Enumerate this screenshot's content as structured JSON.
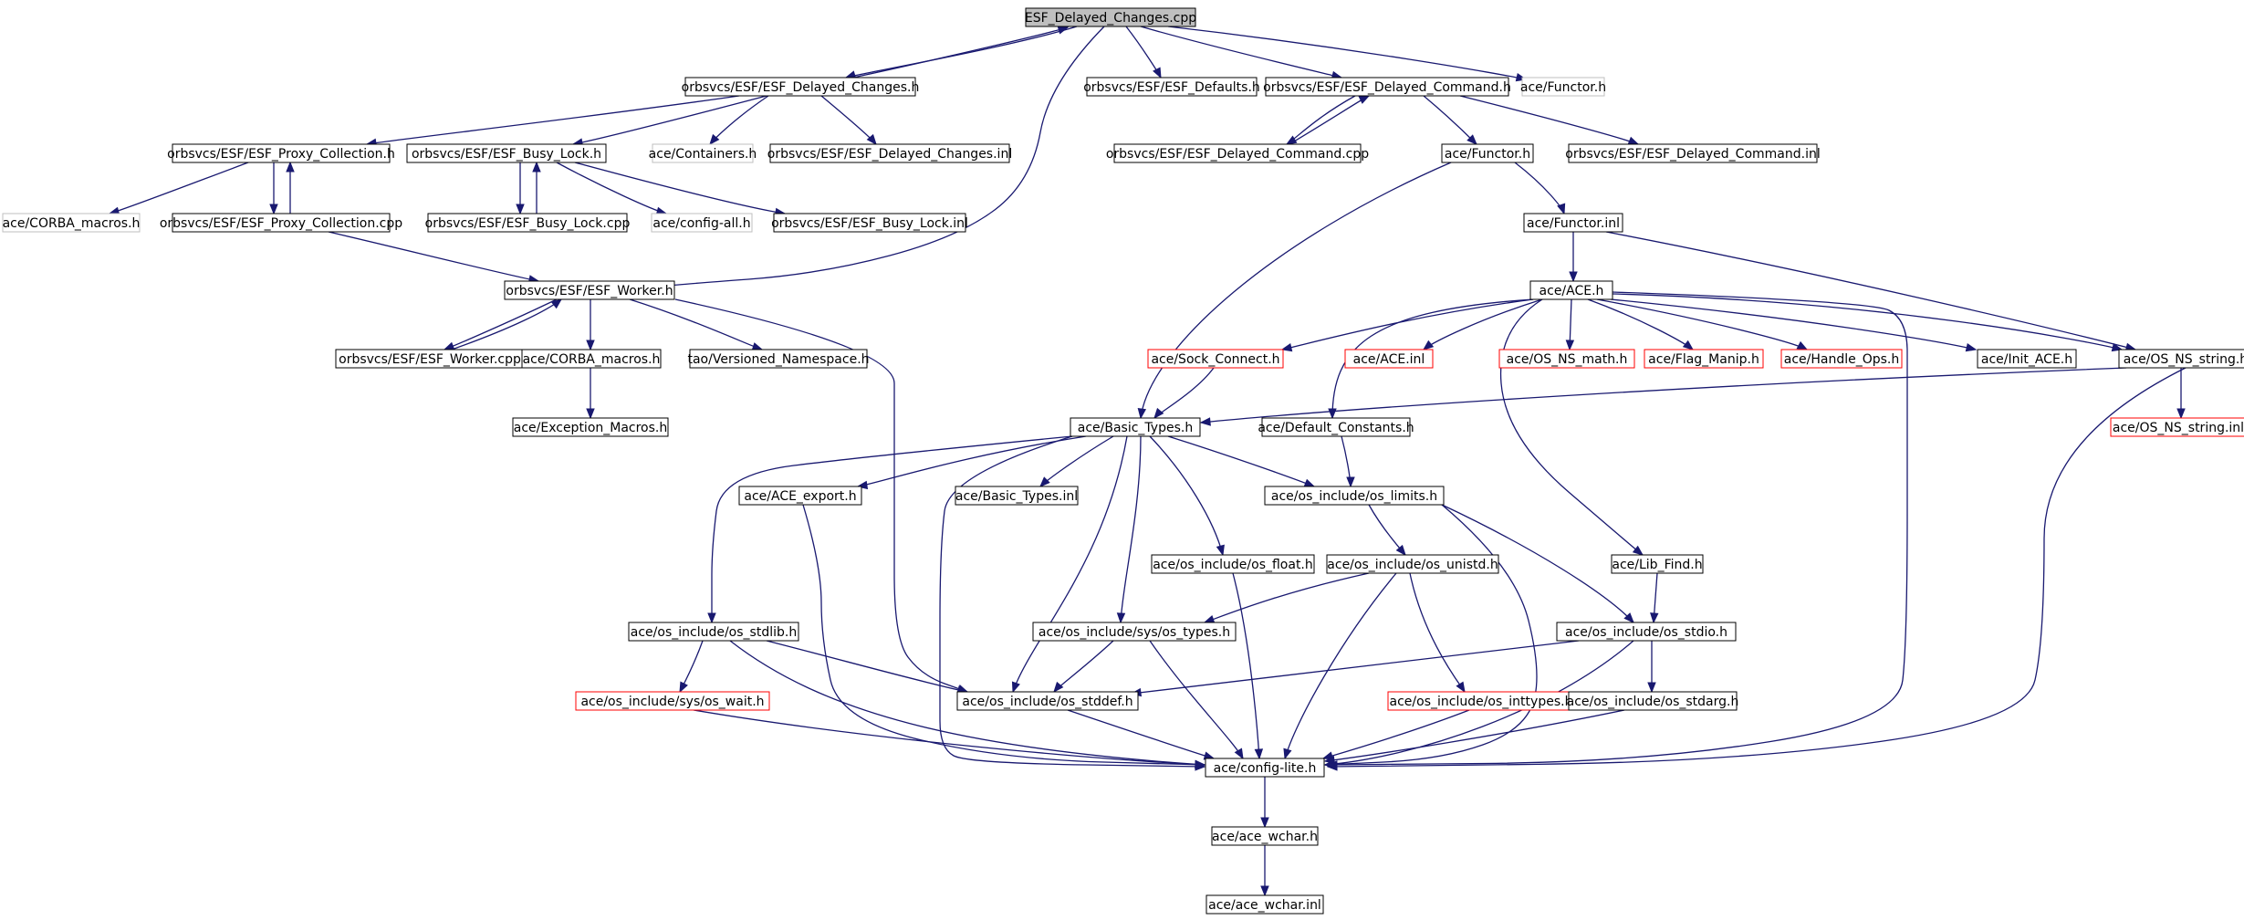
{
  "graph": {
    "title": "ESF_Delayed_Changes.cpp",
    "colors": {
      "edge": "#191970",
      "node_border_default": "#000000",
      "node_border_external": "#bfbfbf",
      "node_border_truncated": "#ff0000",
      "root_fill": "#bfbfbf",
      "node_fill": "#ffffff"
    },
    "nodes": [
      {
        "id": "n0",
        "label": "ESF_Delayed_Changes.cpp",
        "style": "root"
      },
      {
        "id": "n1",
        "label": "orbsvcs/ESF/ESF_Delayed_Changes.h",
        "style": "normal"
      },
      {
        "id": "n2",
        "label": "orbsvcs/ESF/ESF_Defaults.h",
        "style": "normal"
      },
      {
        "id": "n3",
        "label": "orbsvcs/ESF/ESF_Delayed_Command.h",
        "style": "normal"
      },
      {
        "id": "n4",
        "label": "ace/Functor.h",
        "style": "external"
      },
      {
        "id": "n5",
        "label": "orbsvcs/ESF/ESF_Proxy_Collection.h",
        "style": "normal"
      },
      {
        "id": "n6",
        "label": "orbsvcs/ESF/ESF_Busy_Lock.h",
        "style": "normal"
      },
      {
        "id": "n7",
        "label": "ace/Containers.h",
        "style": "external"
      },
      {
        "id": "n8",
        "label": "orbsvcs/ESF/ESF_Delayed_Changes.inl",
        "style": "normal"
      },
      {
        "id": "n9",
        "label": "orbsvcs/ESF/ESF_Delayed_Command.cpp",
        "style": "normal"
      },
      {
        "id": "n10",
        "label": "ace/Functor.h",
        "style": "normal"
      },
      {
        "id": "n11",
        "label": "orbsvcs/ESF/ESF_Delayed_Command.inl",
        "style": "normal"
      },
      {
        "id": "n12",
        "label": "ace/CORBA_macros.h",
        "style": "external"
      },
      {
        "id": "n13",
        "label": "orbsvcs/ESF/ESF_Proxy_Collection.cpp",
        "style": "normal"
      },
      {
        "id": "n14",
        "label": "orbsvcs/ESF/ESF_Busy_Lock.cpp",
        "style": "normal"
      },
      {
        "id": "n15",
        "label": "ace/config-all.h",
        "style": "external"
      },
      {
        "id": "n16",
        "label": "orbsvcs/ESF/ESF_Busy_Lock.inl",
        "style": "normal"
      },
      {
        "id": "n17",
        "label": "ace/Functor.inl",
        "style": "normal"
      },
      {
        "id": "n18",
        "label": "orbsvcs/ESF/ESF_Worker.h",
        "style": "normal"
      },
      {
        "id": "n19",
        "label": "ace/ACE.h",
        "style": "normal"
      },
      {
        "id": "n20",
        "label": "orbsvcs/ESF/ESF_Worker.cpp",
        "style": "normal"
      },
      {
        "id": "n21",
        "label": "ace/CORBA_macros.h",
        "style": "normal"
      },
      {
        "id": "n22",
        "label": "tao/Versioned_Namespace.h",
        "style": "normal"
      },
      {
        "id": "n23",
        "label": "ace/Sock_Connect.h",
        "style": "truncated"
      },
      {
        "id": "n24",
        "label": "ace/ACE.inl",
        "style": "truncated"
      },
      {
        "id": "n25",
        "label": "ace/OS_NS_math.h",
        "style": "truncated"
      },
      {
        "id": "n26",
        "label": "ace/Flag_Manip.h",
        "style": "truncated"
      },
      {
        "id": "n27",
        "label": "ace/Handle_Ops.h",
        "style": "truncated"
      },
      {
        "id": "n28",
        "label": "ace/Init_ACE.h",
        "style": "normal"
      },
      {
        "id": "n29",
        "label": "ace/OS_NS_string.h",
        "style": "normal"
      },
      {
        "id": "n30",
        "label": "ace/Exception_Macros.h",
        "style": "normal"
      },
      {
        "id": "n31",
        "label": "ace/Basic_Types.h",
        "style": "normal"
      },
      {
        "id": "n32",
        "label": "ace/Default_Constants.h",
        "style": "normal"
      },
      {
        "id": "n33",
        "label": "ace/OS_NS_string.inl",
        "style": "truncated"
      },
      {
        "id": "n34",
        "label": "ace/ACE_export.h",
        "style": "normal"
      },
      {
        "id": "n35",
        "label": "ace/Basic_Types.inl",
        "style": "normal"
      },
      {
        "id": "n36",
        "label": "ace/os_include/os_limits.h",
        "style": "normal"
      },
      {
        "id": "n37",
        "label": "ace/os_include/os_float.h",
        "style": "normal"
      },
      {
        "id": "n38",
        "label": "ace/os_include/os_unistd.h",
        "style": "normal"
      },
      {
        "id": "n39",
        "label": "ace/Lib_Find.h",
        "style": "normal"
      },
      {
        "id": "n40",
        "label": "ace/os_include/os_stdlib.h",
        "style": "normal"
      },
      {
        "id": "n41",
        "label": "ace/os_include/sys/os_types.h",
        "style": "normal"
      },
      {
        "id": "n42",
        "label": "ace/os_include/os_stdio.h",
        "style": "normal"
      },
      {
        "id": "n43",
        "label": "ace/os_include/sys/os_wait.h",
        "style": "truncated"
      },
      {
        "id": "n44",
        "label": "ace/os_include/os_stddef.h",
        "style": "normal"
      },
      {
        "id": "n45",
        "label": "ace/os_include/os_inttypes.h",
        "style": "truncated"
      },
      {
        "id": "n46",
        "label": "ace/os_include/os_stdarg.h",
        "style": "normal"
      },
      {
        "id": "n47",
        "label": "ace/config-lite.h",
        "style": "normal"
      },
      {
        "id": "n48",
        "label": "ace/ace_wchar.h",
        "style": "normal"
      },
      {
        "id": "n49",
        "label": "ace/ace_wchar.inl",
        "style": "normal"
      }
    ],
    "edges": [
      [
        "n0",
        "n1"
      ],
      [
        "n1",
        "n0"
      ],
      [
        "n0",
        "n2"
      ],
      [
        "n0",
        "n3"
      ],
      [
        "n0",
        "n4"
      ],
      [
        "n0",
        "n18"
      ],
      [
        "n1",
        "n5"
      ],
      [
        "n1",
        "n6"
      ],
      [
        "n1",
        "n7"
      ],
      [
        "n1",
        "n8"
      ],
      [
        "n3",
        "n9"
      ],
      [
        "n9",
        "n3"
      ],
      [
        "n3",
        "n10"
      ],
      [
        "n3",
        "n11"
      ],
      [
        "n5",
        "n12"
      ],
      [
        "n5",
        "n13"
      ],
      [
        "n13",
        "n5"
      ],
      [
        "n13",
        "n18"
      ],
      [
        "n6",
        "n14"
      ],
      [
        "n14",
        "n6"
      ],
      [
        "n6",
        "n15"
      ],
      [
        "n6",
        "n16"
      ],
      [
        "n10",
        "n17"
      ],
      [
        "n10",
        "n31"
      ],
      [
        "n17",
        "n19"
      ],
      [
        "n17",
        "n29"
      ],
      [
        "n18",
        "n20"
      ],
      [
        "n20",
        "n18"
      ],
      [
        "n18",
        "n21"
      ],
      [
        "n18",
        "n22"
      ],
      [
        "n18",
        "n44"
      ],
      [
        "n21",
        "n30"
      ],
      [
        "n19",
        "n23"
      ],
      [
        "n19",
        "n24"
      ],
      [
        "n19",
        "n25"
      ],
      [
        "n19",
        "n26"
      ],
      [
        "n19",
        "n27"
      ],
      [
        "n19",
        "n28"
      ],
      [
        "n19",
        "n29"
      ],
      [
        "n19",
        "n32"
      ],
      [
        "n19",
        "n39"
      ],
      [
        "n19",
        "n47"
      ],
      [
        "n23",
        "n31"
      ],
      [
        "n29",
        "n31"
      ],
      [
        "n29",
        "n33"
      ],
      [
        "n29",
        "n47"
      ],
      [
        "n31",
        "n34"
      ],
      [
        "n31",
        "n35"
      ],
      [
        "n31",
        "n36"
      ],
      [
        "n31",
        "n37"
      ],
      [
        "n31",
        "n40"
      ],
      [
        "n31",
        "n41"
      ],
      [
        "n31",
        "n44"
      ],
      [
        "n31",
        "n47"
      ],
      [
        "n32",
        "n36"
      ],
      [
        "n34",
        "n47"
      ],
      [
        "n36",
        "n38"
      ],
      [
        "n36",
        "n42"
      ],
      [
        "n36",
        "n47"
      ],
      [
        "n37",
        "n47"
      ],
      [
        "n38",
        "n41"
      ],
      [
        "n38",
        "n45"
      ],
      [
        "n38",
        "n47"
      ],
      [
        "n39",
        "n42"
      ],
      [
        "n40",
        "n43"
      ],
      [
        "n40",
        "n44"
      ],
      [
        "n40",
        "n47"
      ],
      [
        "n41",
        "n44"
      ],
      [
        "n41",
        "n47"
      ],
      [
        "n42",
        "n44"
      ],
      [
        "n42",
        "n46"
      ],
      [
        "n42",
        "n47"
      ],
      [
        "n43",
        "n47"
      ],
      [
        "n44",
        "n47"
      ],
      [
        "n45",
        "n47"
      ],
      [
        "n46",
        "n47"
      ],
      [
        "n47",
        "n48"
      ],
      [
        "n48",
        "n49"
      ]
    ]
  }
}
